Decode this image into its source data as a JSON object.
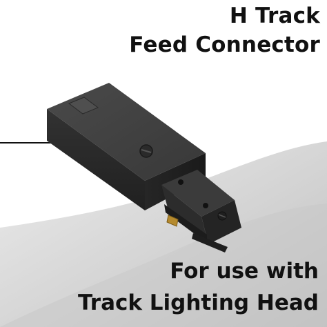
{
  "title": {
    "line1": "H Track",
    "line2": "Feed Connector"
  },
  "tagline": {
    "line1": "For use with",
    "line2": "Track Lighting Head"
  },
  "product": {
    "name": "H Track Feed Connector",
    "body_color": "#2b2b2b",
    "contact_color": "#b58a2e"
  },
  "colors": {
    "background": "#ffffff",
    "swoosh": "#d4d4d4",
    "text": "#111111"
  }
}
